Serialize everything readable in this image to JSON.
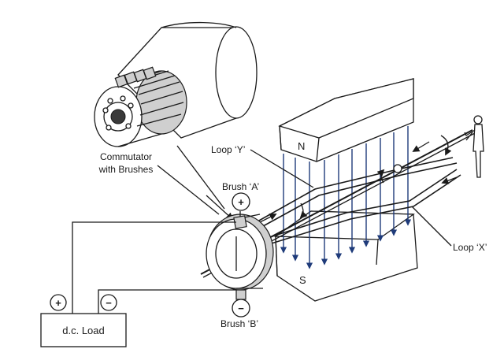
{
  "labels": {
    "commutator_line1": "Commutator",
    "commutator_line2": "with Brushes",
    "loop_y": "Loop ‘Y’",
    "loop_x": "Loop ‘X’",
    "brush_a": "Brush ‘A’",
    "brush_b": "Brush ‘B’",
    "pole_n": "N",
    "pole_s": "S",
    "load": "d.c. Load",
    "plus_sign": "+",
    "minus_sign": "−"
  },
  "colors": {
    "flux_lines": "#1f3b7a",
    "ink": "#1a1a1a"
  }
}
